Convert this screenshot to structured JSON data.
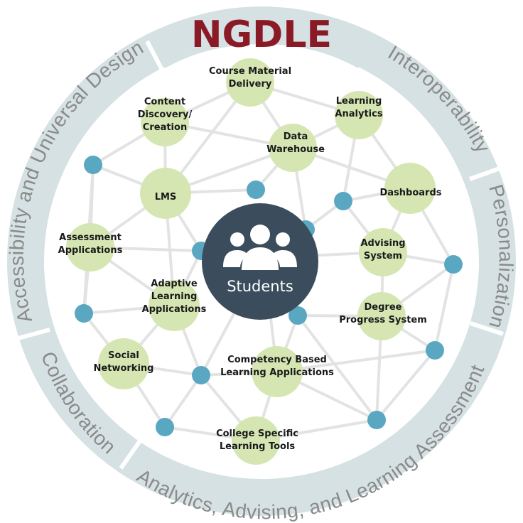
{
  "title": "NGDLE",
  "ring_segments": [
    "Accessibility and Universal Design",
    "Interoperability",
    "Personalization",
    "Analytics, Advising, and Learning Assessment",
    "Collaboration"
  ],
  "center": {
    "label": "Students",
    "icon": "people-group-icon"
  },
  "nodes": [
    {
      "id": "course-material",
      "lines": [
        "Course Material",
        "Delivery"
      ]
    },
    {
      "id": "content-discovery",
      "lines": [
        "Content",
        "Discovery/",
        "Creation"
      ]
    },
    {
      "id": "learning-analytics",
      "lines": [
        "Learning",
        "Analytics"
      ]
    },
    {
      "id": "data-warehouse",
      "lines": [
        "Data",
        "Warehouse"
      ]
    },
    {
      "id": "lms",
      "lines": [
        "LMS"
      ]
    },
    {
      "id": "dashboards",
      "lines": [
        "Dashboards"
      ]
    },
    {
      "id": "assessment",
      "lines": [
        "Assessment",
        "Applications"
      ]
    },
    {
      "id": "advising",
      "lines": [
        "Advising",
        "System"
      ]
    },
    {
      "id": "adaptive",
      "lines": [
        "Adaptive",
        "Learning",
        "Applications"
      ]
    },
    {
      "id": "degree-progress",
      "lines": [
        "Degree",
        "Progress System"
      ]
    },
    {
      "id": "social",
      "lines": [
        "Social",
        "Networking"
      ]
    },
    {
      "id": "competency",
      "lines": [
        "Competency Based",
        "Learning Applications"
      ]
    },
    {
      "id": "college-tools",
      "lines": [
        "College Specific",
        "Learning Tools"
      ]
    }
  ],
  "colors": {
    "ring": "#d5e1e3",
    "title": "#8b1a27",
    "node": "#d5e6b3",
    "dot": "#5aa7c2",
    "line": "#e3e3e3",
    "center": "#3b4d5c",
    "ring_text": "#8a8a8a"
  }
}
